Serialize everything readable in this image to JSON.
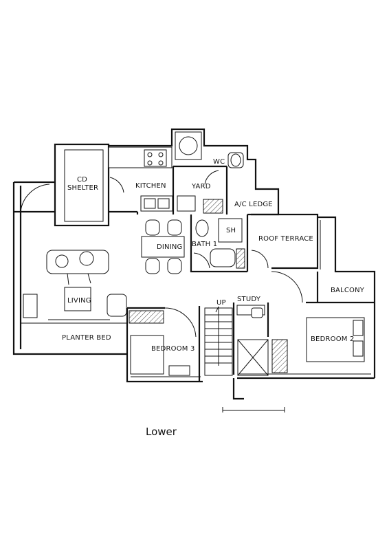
{
  "rooms": {
    "cd_shelter_line1": "CD",
    "cd_shelter_line2": "SHELTER",
    "kitchen": "KITCHEN",
    "wc": "WC",
    "yard": "YARD",
    "ac_ledge": "A/C LEDGE",
    "dining": "DINING",
    "bath1": "BATH 1",
    "sh": "SH",
    "roof_terrace": "ROOF TERRACE",
    "living": "LIVING",
    "balcony": "BALCONY",
    "up": "UP",
    "study": "STUDY",
    "bedroom2": "BEDROOM 2",
    "bedroom3": "BEDROOM 3",
    "planter_bed": "PLANTER BED"
  },
  "caption": "Lower"
}
